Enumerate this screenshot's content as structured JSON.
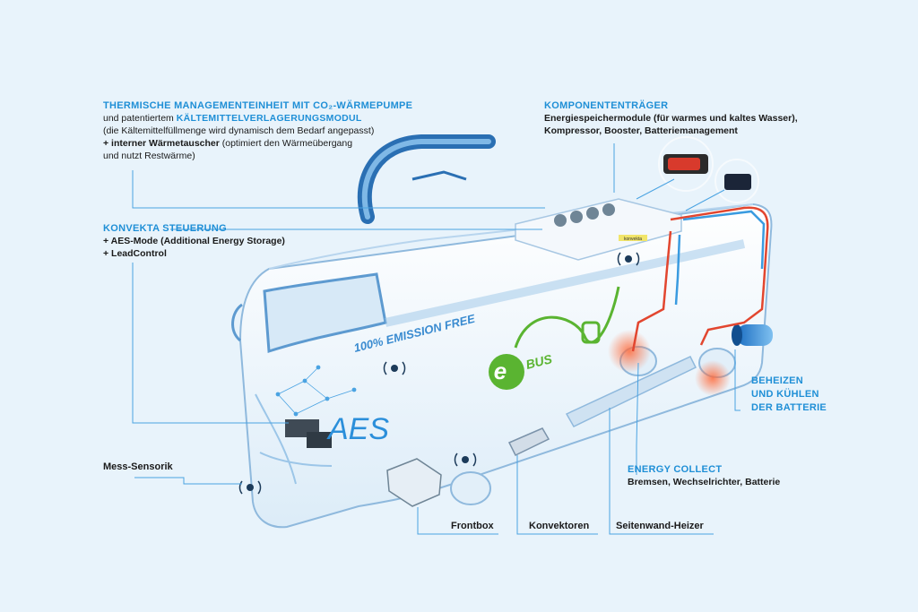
{
  "thermal": {
    "heading": "THERMISCHE MANAGEMENTEINHEIT MIT CO₂-WÄRMEPUMPE",
    "line2_pre": "und patentiertem ",
    "line2_highlight": "KÄLTEMITTELVERLAGERUNGSMODUL",
    "line3": "(die Kältemittelfüllmenge wird dynamisch dem Bedarf angepasst)",
    "line4_bold": "+ interner Wärmetauscher",
    "line4_rest": " (optimiert den Wärmeübergang",
    "line5": "und nutzt Restwärme)"
  },
  "komponenten": {
    "heading": "KOMPONENTENTRÄGER",
    "line1": "Energiespeichermodule (für warmes und kaltes Wasser),",
    "line2": "Kompressor, Booster, Batteriemanagement"
  },
  "konvekta": {
    "heading": "KONVEKTA STEUERUNG",
    "line1": "+ AES-Mode (Additional Energy Storage)",
    "line2": "+ LeadControl"
  },
  "battery": {
    "line1": "BEHEIZEN",
    "line2": "UND KÜHLEN",
    "line3": "DER BATTERIE"
  },
  "energy_collect": {
    "heading": "ENERGY COLLECT",
    "line1": "Bremsen, Wechselrichter, Batterie"
  },
  "labels": {
    "sensorik": "Mess-Sensorik",
    "frontbox": "Frontbox",
    "konvektoren": "Konvektoren",
    "seitenwand": "Seitenwand-Heizer"
  },
  "bus": {
    "emission": "100% EMISSION FREE",
    "ebus_e": "e",
    "ebus_bus": "BUS",
    "aes": "AES",
    "unit_brand": "konvekta"
  },
  "colors": {
    "accent": "#1f8fd6",
    "green": "#5ab431",
    "hot_line": "#e2462f",
    "cool_line": "#3a9be0",
    "background": "#e8f3fb"
  }
}
